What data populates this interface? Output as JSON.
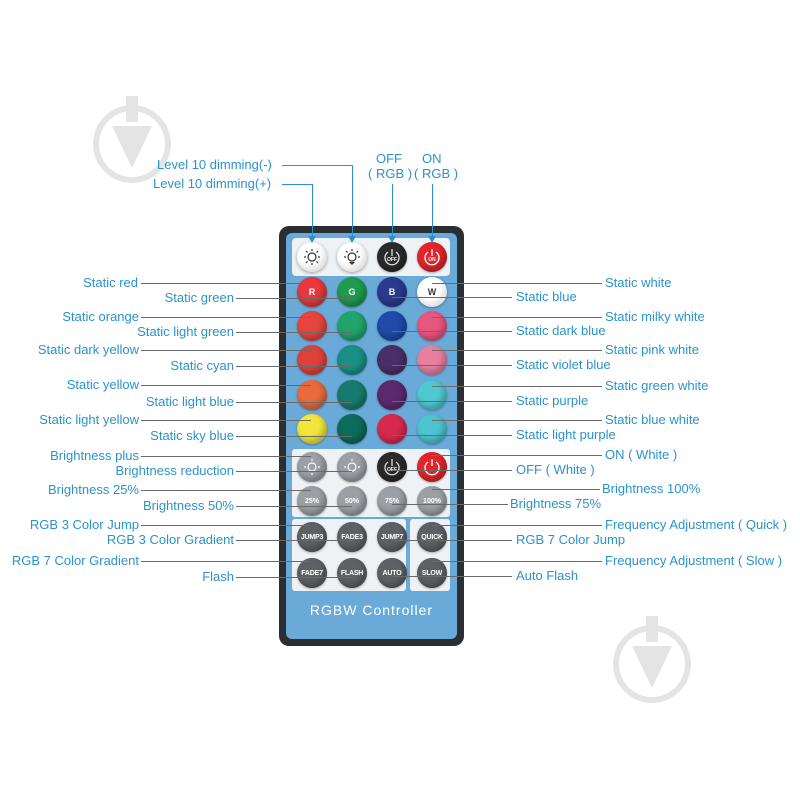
{
  "remote": {
    "title": "RGBW Controller",
    "top_row": [
      "",
      "",
      "OFF",
      "ON"
    ],
    "color_rows": [
      [
        "R",
        "G",
        "B",
        "W"
      ],
      [
        "",
        "",
        "",
        ""
      ],
      [
        "",
        "",
        "",
        ""
      ],
      [
        "",
        "",
        "",
        ""
      ],
      [
        "",
        "",
        "",
        ""
      ]
    ],
    "brightness_row": [
      "",
      "",
      "OFF",
      ""
    ],
    "percent_row": [
      "25%",
      "50%",
      "75%",
      "100%"
    ],
    "mode_row1": [
      "JUMP3",
      "FADE3",
      "JUMP7",
      "QUICK"
    ],
    "mode_row2": [
      "FADE7",
      "FLASH",
      "AUTO",
      "SLOW"
    ]
  },
  "labels_top": {
    "dim_minus": "Level 10 dimming(-)",
    "dim_plus": "Level 10 dimming(+)",
    "off_rgb_1": "OFF",
    "off_rgb_2": "( RGB )",
    "on_rgb_1": "ON",
    "on_rgb_2": "( RGB )"
  },
  "labels_left": [
    "Static red",
    "Static green",
    "Static orange",
    "Static light green",
    "Static dark yellow",
    "Static cyan",
    "Static yellow",
    "Static light blue",
    "Static light yellow",
    "Static sky blue",
    "Brightness plus",
    "Brightness reduction",
    "Brightness 25%",
    "Brightness 50%",
    "RGB 3 Color Jump",
    "RGB 3 Color Gradient",
    "RGB 7 Color Gradient",
    "Flash"
  ],
  "labels_right": [
    "Static white",
    "Static blue",
    "Static milky white",
    "Static dark blue",
    "Static pink white",
    "Static violet blue",
    "Static green white",
    "Static purple",
    "Static blue white",
    "Static light purple",
    "ON ( White )",
    "OFF ( White )",
    "Brightness 100%",
    "Brightness 75%",
    "Frequency Adjustment ( Quick )",
    "RGB 7 Color Jump",
    "Frequency Adjustment ( Slow )",
    "Auto Flash"
  ],
  "colors": {
    "label": "#2a93c9",
    "remote_body": "#2b2e33",
    "remote_face": "#6aaad9",
    "red": "#e8383d",
    "green": "#1f9a4f",
    "navy": "#2b3a8c",
    "white": "#ffffff",
    "orange": "#e8502f",
    "light_green": "#21a56a",
    "blue": "#1f4aa8",
    "pink": "#e8557d",
    "dark_yellow": "#e0403c",
    "cyan": "#1a8f86",
    "violet": "#4a2e68",
    "light_pink": "#e87fa0",
    "yellow": "#e96a3c",
    "light_blue": "#167b6e",
    "purple": "#5b2a6e",
    "green_white": "#50c8d2",
    "light_yellow": "#f2e63a",
    "sky_blue": "#0d6b5a",
    "light_purple": "#d8284e",
    "blue_white": "#4ec4cf"
  }
}
